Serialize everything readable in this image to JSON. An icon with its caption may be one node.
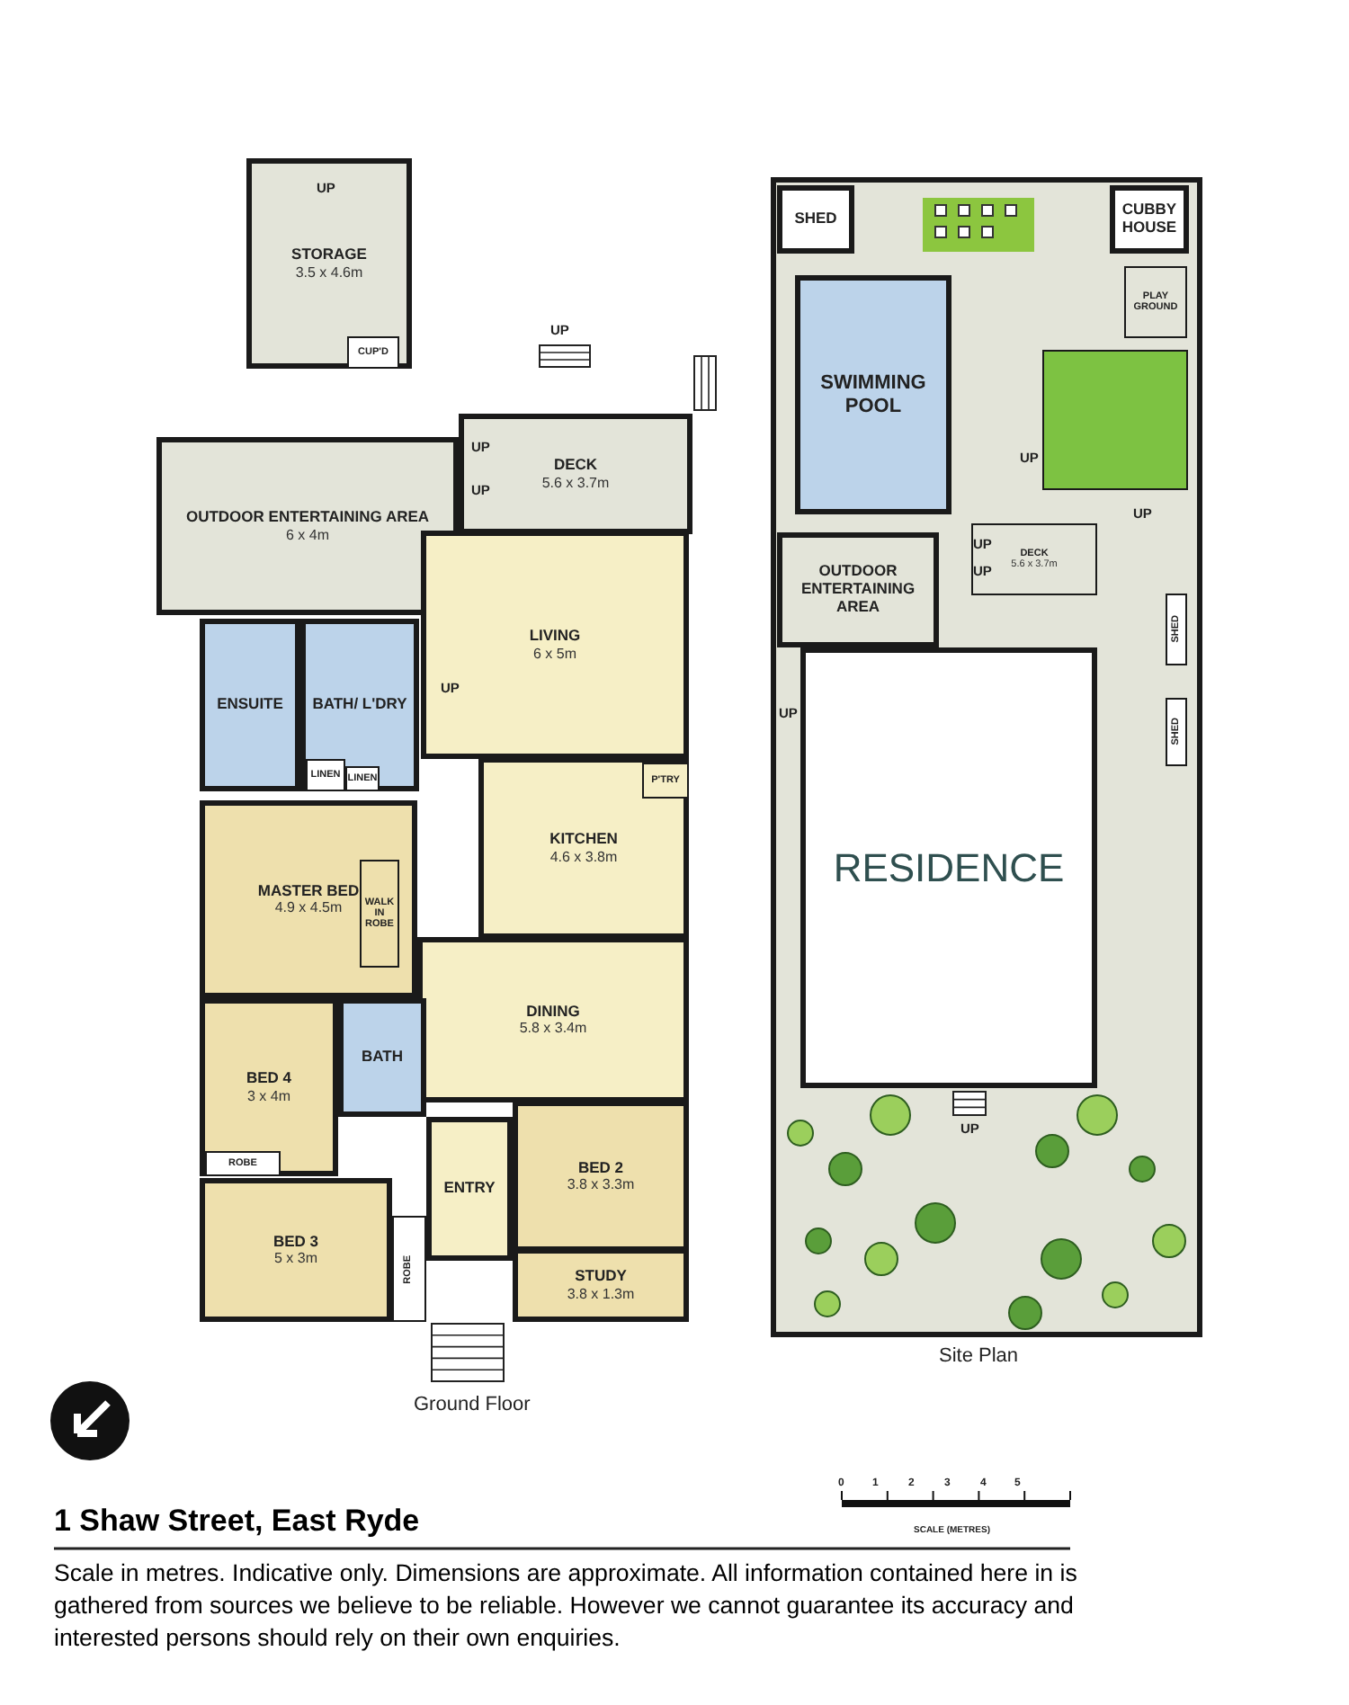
{
  "diagram": {
    "title": "1 Shaw Street, East Ryde",
    "caption": "Scale in metres. Indicative only. Dimensions are approximate. All information contained here in is gathered from sources we believe to be reliable. However we cannot guarantee its accuracy and interested persons should rely on their own enquiries.",
    "nodes": [
      {
        "text": [
          "STORAGE",
          "3.5 x 4.6m"
        ]
      },
      {
        "text": [
          "CUP'D"
        ],
        "in": 0
      },
      {
        "text": [
          "DECK",
          "5.6 x 3.7m"
        ]
      },
      {
        "text": [
          "OUTDOOR ENTERTAINING AREA",
          "6 x 4m"
        ]
      },
      {
        "text": [
          "LIVING",
          "6 x 5m"
        ]
      },
      {
        "text": [
          "ENSUITE"
        ]
      },
      {
        "text": [
          "BATH/ L'DRY"
        ]
      },
      {
        "text": [
          "LINEN"
        ],
        "in": 6
      },
      {
        "text": [
          "LINEN"
        ],
        "in": 6
      },
      {
        "text": [
          "KITCHEN",
          "4.6 x 3.8m"
        ]
      },
      {
        "text": [
          "P'TRY"
        ],
        "in": 9
      },
      {
        "text": [
          "MASTER BED",
          "4.9 x 4.5m"
        ]
      },
      {
        "text": [
          "WALK IN ROBE"
        ],
        "in": 11
      },
      {
        "text": [
          "DINING",
          "5.8 x 3.4m"
        ]
      },
      {
        "text": [
          "BED 4",
          "3 x 4m"
        ]
      },
      {
        "text": [
          "BATH"
        ]
      },
      {
        "text": [
          "ROBE"
        ],
        "in": 14
      },
      {
        "text": [
          "ENTRY"
        ]
      },
      {
        "text": [
          "BED 2",
          "3.8 x 3.3m"
        ]
      },
      {
        "text": [
          "BED 3",
          "5 x 3m"
        ]
      },
      {
        "text": [
          "ROBE"
        ]
      },
      {
        "text": [
          "STUDY",
          "3.8 x 1.3m"
        ]
      },
      {
        "text": [
          "SHED"
        ]
      },
      {
        "text": [
          "CUBBY HOUSE"
        ]
      },
      {
        "text": [
          "PLAY GROUND"
        ]
      },
      {
        "text": [
          "SWIMMING POOL"
        ]
      },
      {
        "text": [
          "DECK",
          "5.6 x 3.7m"
        ]
      },
      {
        "text": [
          "OUTDOOR ENTERTAINING AREA"
        ]
      },
      {
        "text": [
          "SHED"
        ]
      },
      {
        "text": [
          "SHED"
        ]
      },
      {
        "text": [
          "RESIDENCE"
        ]
      }
    ],
    "labels": [
      "UP",
      "UP",
      "UP",
      "UP",
      "UP",
      "Ground Floor",
      "UP",
      "UP",
      "UP",
      "UP",
      "UP",
      "UP",
      "Site Plan",
      "0",
      "1",
      "2",
      "3",
      "4",
      "5",
      "SCALE (METRES)"
    ]
  }
}
